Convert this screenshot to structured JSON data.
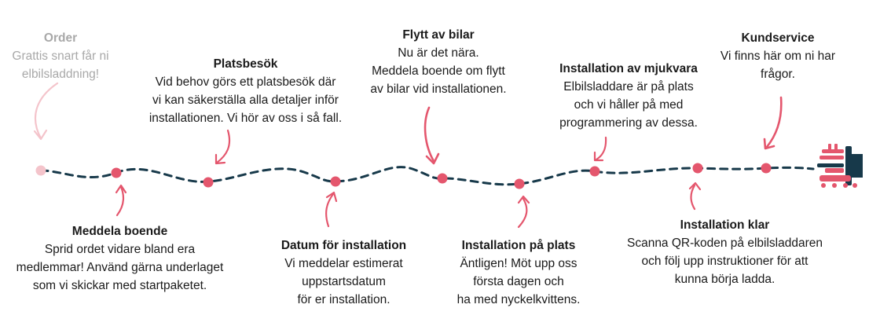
{
  "colors": {
    "accent": "#e4566d",
    "accent_faded": "#f4c4cb",
    "path": "#17394a",
    "faded_text": "#a8a8a8"
  },
  "steps": {
    "order": {
      "title": "Order",
      "body": "Grattis snart får ni\nelbilsladdning!"
    },
    "platsbesok": {
      "title": "Platsbesök",
      "body": "Vid behov görs ett platsbesök där\nvi kan säkerställa alla detaljer inför\ninstallationen. Vi hör av oss i så fall."
    },
    "flytt": {
      "title": "Flytt av bilar",
      "body": "Nu är det nära.\nMeddela boende om flytt\nav bilar vid installationen."
    },
    "mjukvara": {
      "title": "Installation av mjukvara",
      "body": "Elbilsladdare är på plats\noch vi håller på med\nprogrammering av dessa."
    },
    "kundservice": {
      "title": "Kundservice",
      "body": "Vi finns här om ni har\nfrågor."
    },
    "meddela": {
      "title": "Meddela boende",
      "body": "Sprid ordet vidare bland era\nmedlemmar! Använd gärna underlaget\nsom vi skickar med startpaketet."
    },
    "datum": {
      "title": "Datum för installation",
      "body": "Vi meddelar estimerat\nuppstartsdatum\nför er installation."
    },
    "plats": {
      "title": "Installation på plats",
      "body": "Äntligen! Möt upp oss\nförsta dagen och\nha med nyckelkvittens."
    },
    "klar": {
      "title": "Installation klar",
      "body": "Scanna QR-koden på elbilsladdaren\noch följ upp instruktioner för att\nkunna börja ladda."
    }
  },
  "icons": {
    "end": "charger-plug-icon",
    "arrow": "curved-arrow-icon"
  }
}
